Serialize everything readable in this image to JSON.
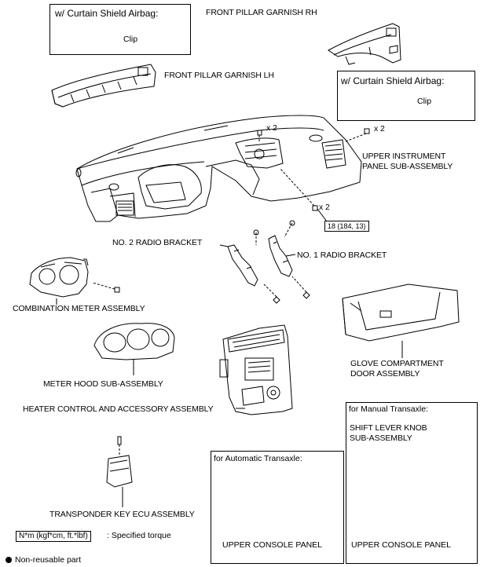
{
  "callouts": {
    "curtain_box_1_title": "w/ Curtain Shield Airbag:",
    "curtain_box_1_clip": "Clip",
    "curtain_box_2_title": "w/ Curtain Shield Airbag:",
    "curtain_box_2_clip": "Clip",
    "auto_box_title": "for Automatic Transaxle:",
    "manual_box_title": "for Manual Transaxle:"
  },
  "labels": {
    "front_pillar_rh": "FRONT PILLAR GARNISH RH",
    "front_pillar_lh": "FRONT PILLAR GARNISH LH",
    "upper_ip_line1": "UPPER INSTRUMENT",
    "upper_ip_line2": "PANEL SUB-ASSEMBLY",
    "x2_a": "x 2",
    "x2_b": "x 2",
    "x2_c": "x 2",
    "torque_value": "18 (184, 13)",
    "radio_bracket_2": "NO. 2 RADIO BRACKET",
    "radio_bracket_1": "NO. 1 RADIO BRACKET",
    "combination_meter": "COMBINATION METER ASSEMBLY",
    "glove_line1": "GLOVE COMPARTMENT",
    "glove_line2": "DOOR ASSEMBLY",
    "meter_hood": "METER HOOD SUB-ASSEMBLY",
    "heater_control": "HEATER CONTROL AND ACCESSORY ASSEMBLY",
    "shift_knob_line1": "SHIFT LEVER KNOB",
    "shift_knob_line2": "SUB-ASSEMBLY",
    "transponder": "TRANSPONDER KEY ECU ASSEMBLY",
    "upper_console_auto": "UPPER CONSOLE PANEL",
    "upper_console_manual": "UPPER CONSOLE PANEL"
  },
  "legend": {
    "torque_unit": "N*m (kgf*cm, ft.*lbf)",
    "torque_desc": ": Specified torque",
    "non_reusable": "Non-reusable part"
  }
}
